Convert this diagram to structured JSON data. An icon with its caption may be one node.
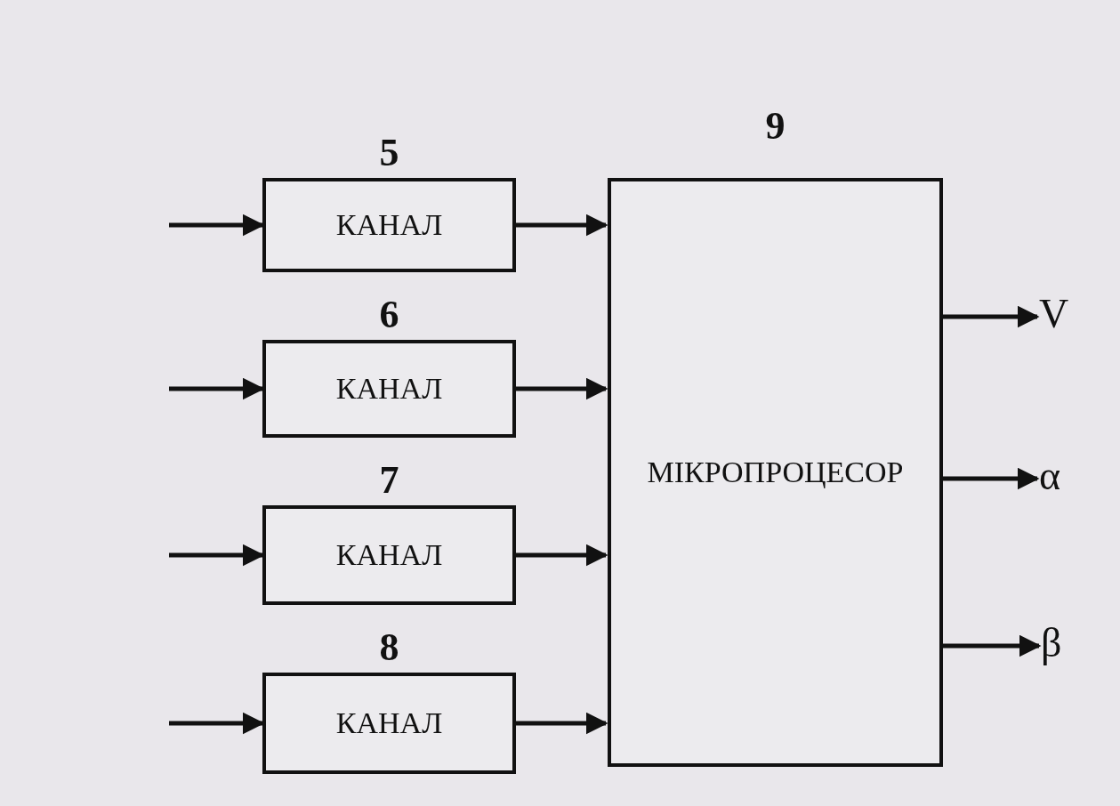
{
  "diagram": {
    "nodes": [
      {
        "text": [
          "5",
          "КАНАЛ"
        ]
      },
      {
        "text": [
          "6",
          "КАНАЛ"
        ]
      },
      {
        "text": [
          "7",
          "КАНАЛ"
        ]
      },
      {
        "text": [
          "8",
          "КАНАЛ"
        ]
      },
      {
        "text": [
          "9",
          "МІКРОПРОЦЕСОР"
        ]
      },
      {
        "text": [
          "V"
        ]
      },
      {
        "text": [
          "α"
        ]
      },
      {
        "text": [
          "β"
        ]
      }
    ],
    "edges": [
      {
        "from": null,
        "to": 0,
        "arrow": "to"
      },
      {
        "from": null,
        "to": 1,
        "arrow": "to"
      },
      {
        "from": null,
        "to": 2,
        "arrow": "to"
      },
      {
        "from": null,
        "to": 3,
        "arrow": "to"
      },
      {
        "from": 0,
        "to": 4,
        "arrow": "to"
      },
      {
        "from": 1,
        "to": 4,
        "arrow": "to"
      },
      {
        "from": 2,
        "to": 4,
        "arrow": "to"
      },
      {
        "from": 3,
        "to": 4,
        "arrow": "to"
      },
      {
        "from": 4,
        "to": 5,
        "arrow": "to"
      },
      {
        "from": 4,
        "to": 6,
        "arrow": "to"
      },
      {
        "from": 4,
        "to": 7,
        "arrow": "to"
      }
    ]
  }
}
